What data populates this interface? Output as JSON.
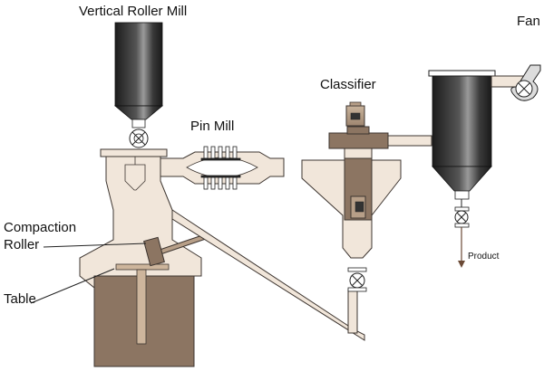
{
  "labels": {
    "vertical_roller_mill": "Vertical Roller Mill",
    "pin_mill": "Pin Mill",
    "classifier": "Classifier",
    "fan": "Fan",
    "compaction_roller_line1": "Compaction",
    "compaction_roller_line2": "Roller",
    "table": "Table",
    "product": "Product"
  },
  "colors": {
    "housing": "#f1e6da",
    "housing_stroke": "#3d3530",
    "table_base": "#8c7562",
    "dark_metal": "#2a2a2a",
    "motor": "#b79f88",
    "outline": "#222222"
  },
  "icons": {
    "valve": "rotary-valve-icon",
    "fan": "fan-blower-icon",
    "motor": "motor-icon",
    "arrow": "arrow-down-icon"
  }
}
